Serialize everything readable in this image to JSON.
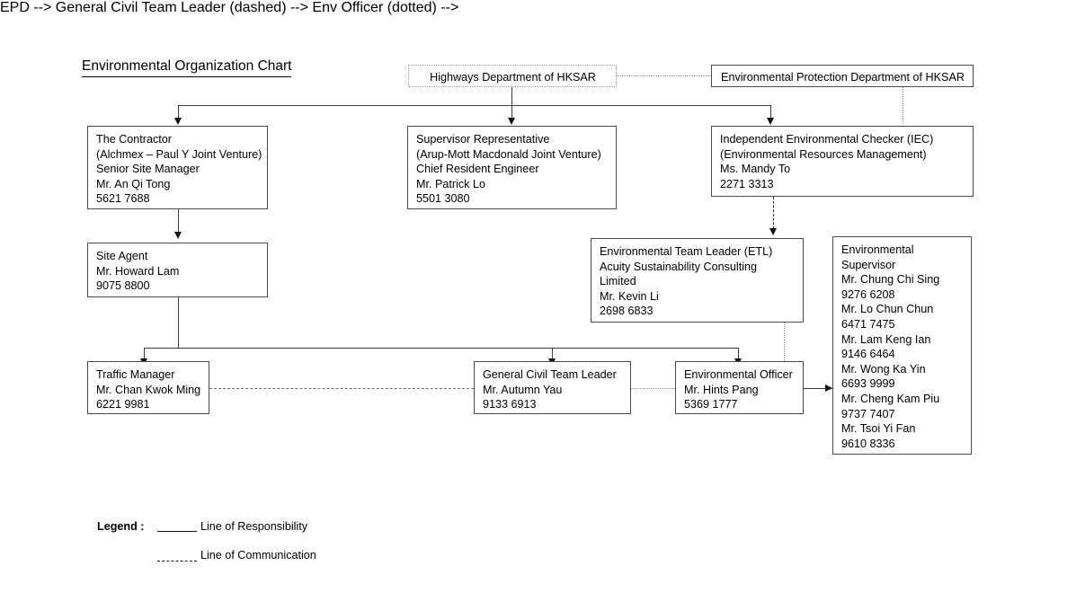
{
  "title": "Environmental Organization Chart",
  "nodes": {
    "highways_dept": {
      "lines": [
        "Highways Department of HKSAR"
      ]
    },
    "epd": {
      "lines": [
        "Environmental Protection Department of HKSAR"
      ]
    },
    "contractor": {
      "lines": [
        "The Contractor",
        "(Alchmex – Paul Y Joint Venture)",
        "Senior Site Manager",
        "Mr. An Qi Tong",
        "5621 7688"
      ]
    },
    "supervisor_rep": {
      "lines": [
        "Supervisor Representative",
        "(Arup-Mott Macdonald Joint Venture)",
        "Chief Resident Engineer",
        "Mr. Patrick Lo",
        "5501 3080"
      ]
    },
    "iec": {
      "lines": [
        "Independent Environmental Checker (IEC)",
        "(Environmental Resources Management)",
        "Ms. Mandy To",
        "2271 3313"
      ]
    },
    "site_agent": {
      "lines": [
        "Site Agent",
        "Mr. Howard Lam",
        "9075 8800"
      ]
    },
    "etl": {
      "lines": [
        "Environmental Team Leader (ETL)",
        "Acuity Sustainability Consulting",
        "Limited",
        "Mr. Kevin Li",
        "2698 6833"
      ]
    },
    "env_supervisor": {
      "lines": [
        "Environmental",
        "Supervisor",
        "Mr. Chung Chi Sing",
        "9276 6208",
        "Mr. Lo Chun Chun",
        "6471 7475",
        "Mr. Lam Keng Ian",
        "9146 6464",
        "Mr. Wong Ka Yin",
        "6693 9999",
        "Mr. Cheng Kam Piu",
        "9737 7407",
        "Mr. Tsoi Yi Fan",
        "9610 8336"
      ]
    },
    "traffic_manager": {
      "lines": [
        "Traffic Manager",
        "Mr. Chan Kwok Ming",
        "6221 9981"
      ]
    },
    "general_civil": {
      "lines": [
        "General Civil Team Leader",
        "Mr. Autumn Yau",
        "9133 6913"
      ]
    },
    "env_officer": {
      "lines": [
        "Environmental Officer",
        "Mr. Hints Pang",
        "5369 1777"
      ]
    }
  },
  "legend": {
    "label": "Legend :",
    "responsibility": "Line of Responsibility",
    "communication": "Line of Communication"
  },
  "colors": {
    "box_border": "#4a4a4a",
    "solid_line": "#3b3b3b",
    "dotted_line": "#8d8d8d",
    "text": "#000000",
    "background": "#ffffff"
  }
}
